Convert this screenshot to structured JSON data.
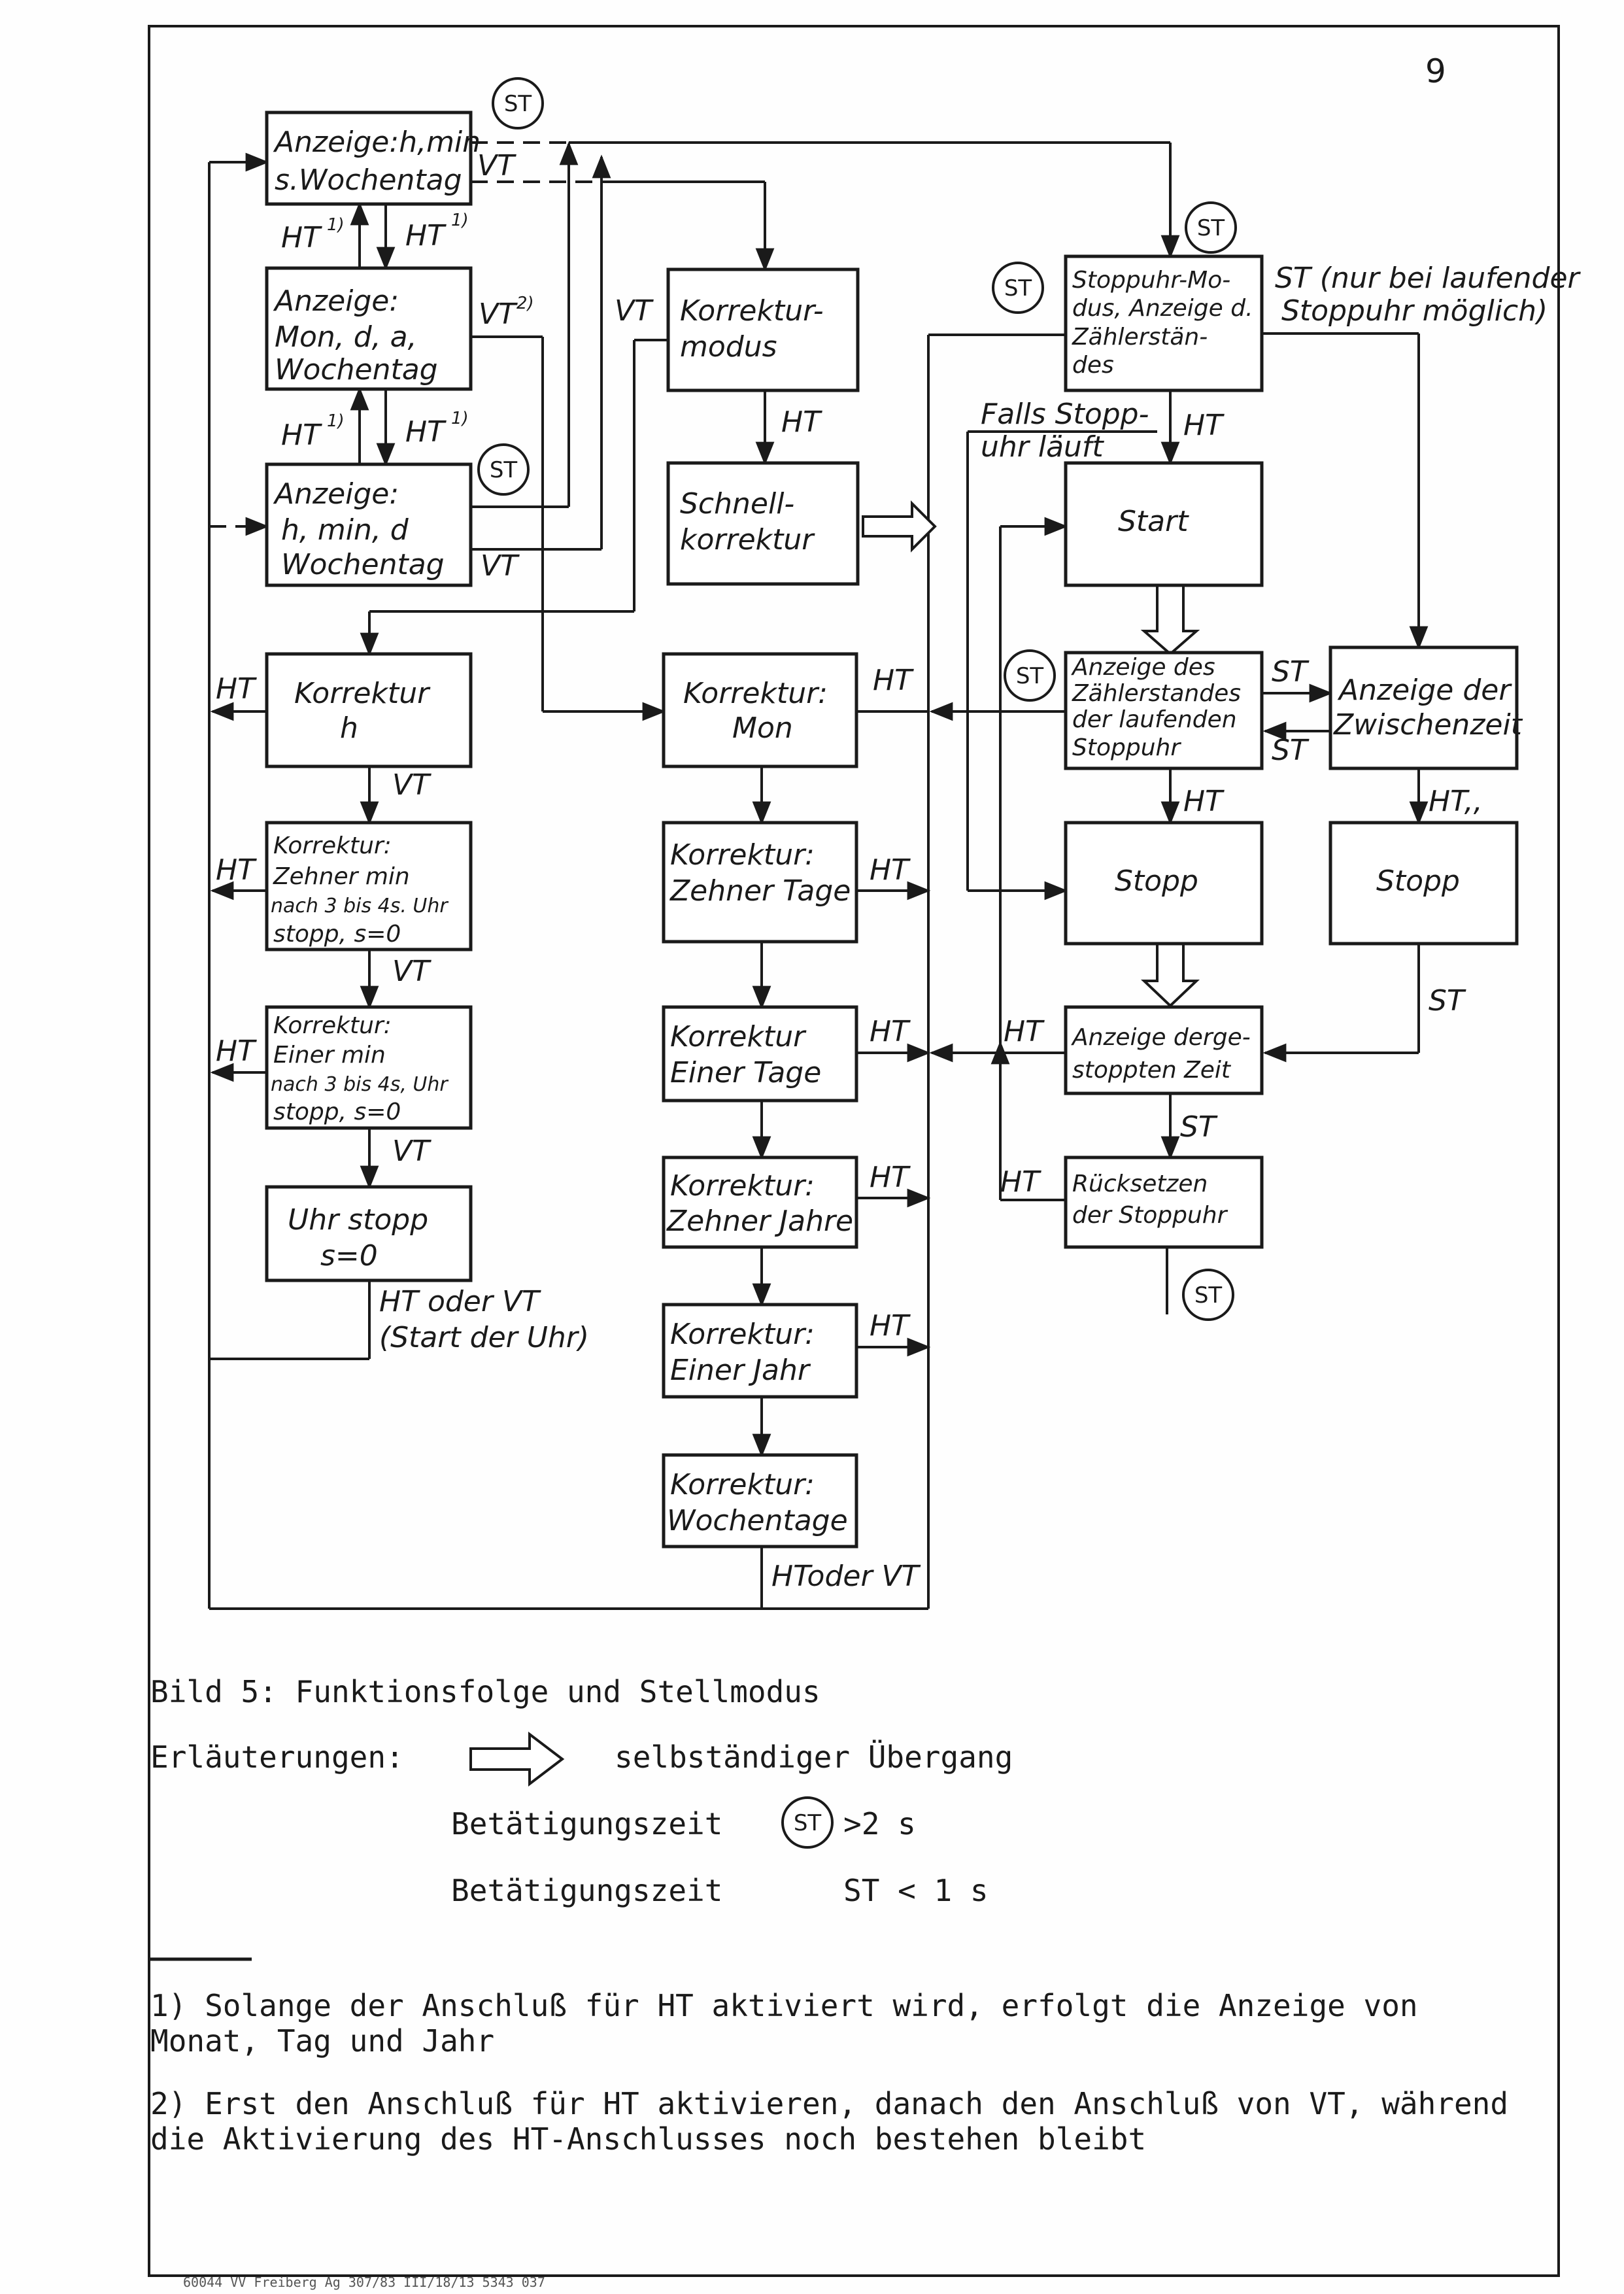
{
  "page_number": "9",
  "diagram": {
    "boxes": {
      "anz_hmin": [
        "Anzeige:h,min",
        "s.Wochentag"
      ],
      "anz_mon": [
        "Anzeige:",
        "Mon, d, a,",
        "Wochentag"
      ],
      "anz_hmind": [
        "Anzeige:",
        "h, min, d",
        "Wochentag"
      ],
      "korrekturmodus": [
        "Korrektur-",
        "modus"
      ],
      "schnell": [
        "Schnell-",
        "korrektur"
      ],
      "stoppuhr_modus": [
        "Stoppuhr-Mo-",
        "dus, Anzeige d.",
        "Zählerstän-",
        "des"
      ],
      "start": [
        "Start"
      ],
      "anz_zaehler": [
        "Anzeige des",
        "Zählerstandes",
        "der laufenden",
        "Stoppuhr"
      ],
      "anz_zwischen": [
        "Anzeige der",
        "Zwischenzeit"
      ],
      "korr_h": [
        "Korrektur",
        "h"
      ],
      "korr_mon": [
        "Korrektur:",
        "Mon"
      ],
      "korr_zehner_min": [
        "Korrektur:",
        "Zehner min",
        "nach 3 bis 4s. Uhr",
        "stopp, s=0"
      ],
      "korr_zehner_tage": [
        "Korrektur:",
        "Zehner Tage"
      ],
      "stopp1": [
        "Stopp"
      ],
      "stopp2": [
        "Stopp"
      ],
      "korr_einer_min": [
        "Korrektur:",
        "Einer min",
        "nach 3 bis 4s, Uhr",
        "stopp, s=0"
      ],
      "korr_einer_tage": [
        "Korrektur",
        "Einer Tage"
      ],
      "anz_gestoppt": [
        "Anzeige derge-",
        "stoppten Zeit"
      ],
      "uhr_stopp": [
        "Uhr stopp",
        "s=0"
      ],
      "korr_zehner_jahre": [
        "Korrektur:",
        "Zehner Jahre"
      ],
      "ruecksetzen": [
        "Rücksetzen",
        "der Stoppuhr"
      ],
      "korr_einer_jahr": [
        "Korrektur:",
        "Einer Jahr"
      ],
      "korr_wochentage": [
        "Korrektur:",
        "Wochentage"
      ]
    },
    "labels": {
      "vt": "VT",
      "ht": "HT",
      "st": "ST",
      "ht1": "HT",
      "sup1": "1)",
      "vt2": "VT",
      "sup2": "2)",
      "st_note_1": "ST (nur bei laufender",
      "st_note_2": "Stoppuhr möglich)",
      "falls_1": "Falls Stopp-",
      "falls_2": "uhr läuft",
      "ht_oder_vt_1": "HT oder VT",
      "ht_oder_vt_2": "(Start der Uhr)",
      "htoder_vt": "HToder VT",
      "ht_comma": "HT,,"
    },
    "circle_label": "ST"
  },
  "caption": "Bild 5: Funktionsfolge und Stellmodus",
  "erlaeuterungen": {
    "label": "Erläuterungen:",
    "arrow_text": "selbständiger Übergang",
    "st_long_prefix": "Betätigungszeit",
    "st_long_suffix": ">2 s",
    "st_short_prefix": "Betätigungszeit",
    "st_short_suffix": "ST < 1 s"
  },
  "footnotes": [
    "1) Solange der Anschluß für HT aktiviert wird, erfolgt die Anzeige von Monat, Tag und Jahr",
    "2) Erst den Anschluß für HT aktivieren, danach den Anschluß von VT, während die Aktivierung des HT-Anschlusses noch bestehen bleibt"
  ],
  "footer": "60044 VV Freiberg Ag 307/83 III/18/13 5343 037"
}
